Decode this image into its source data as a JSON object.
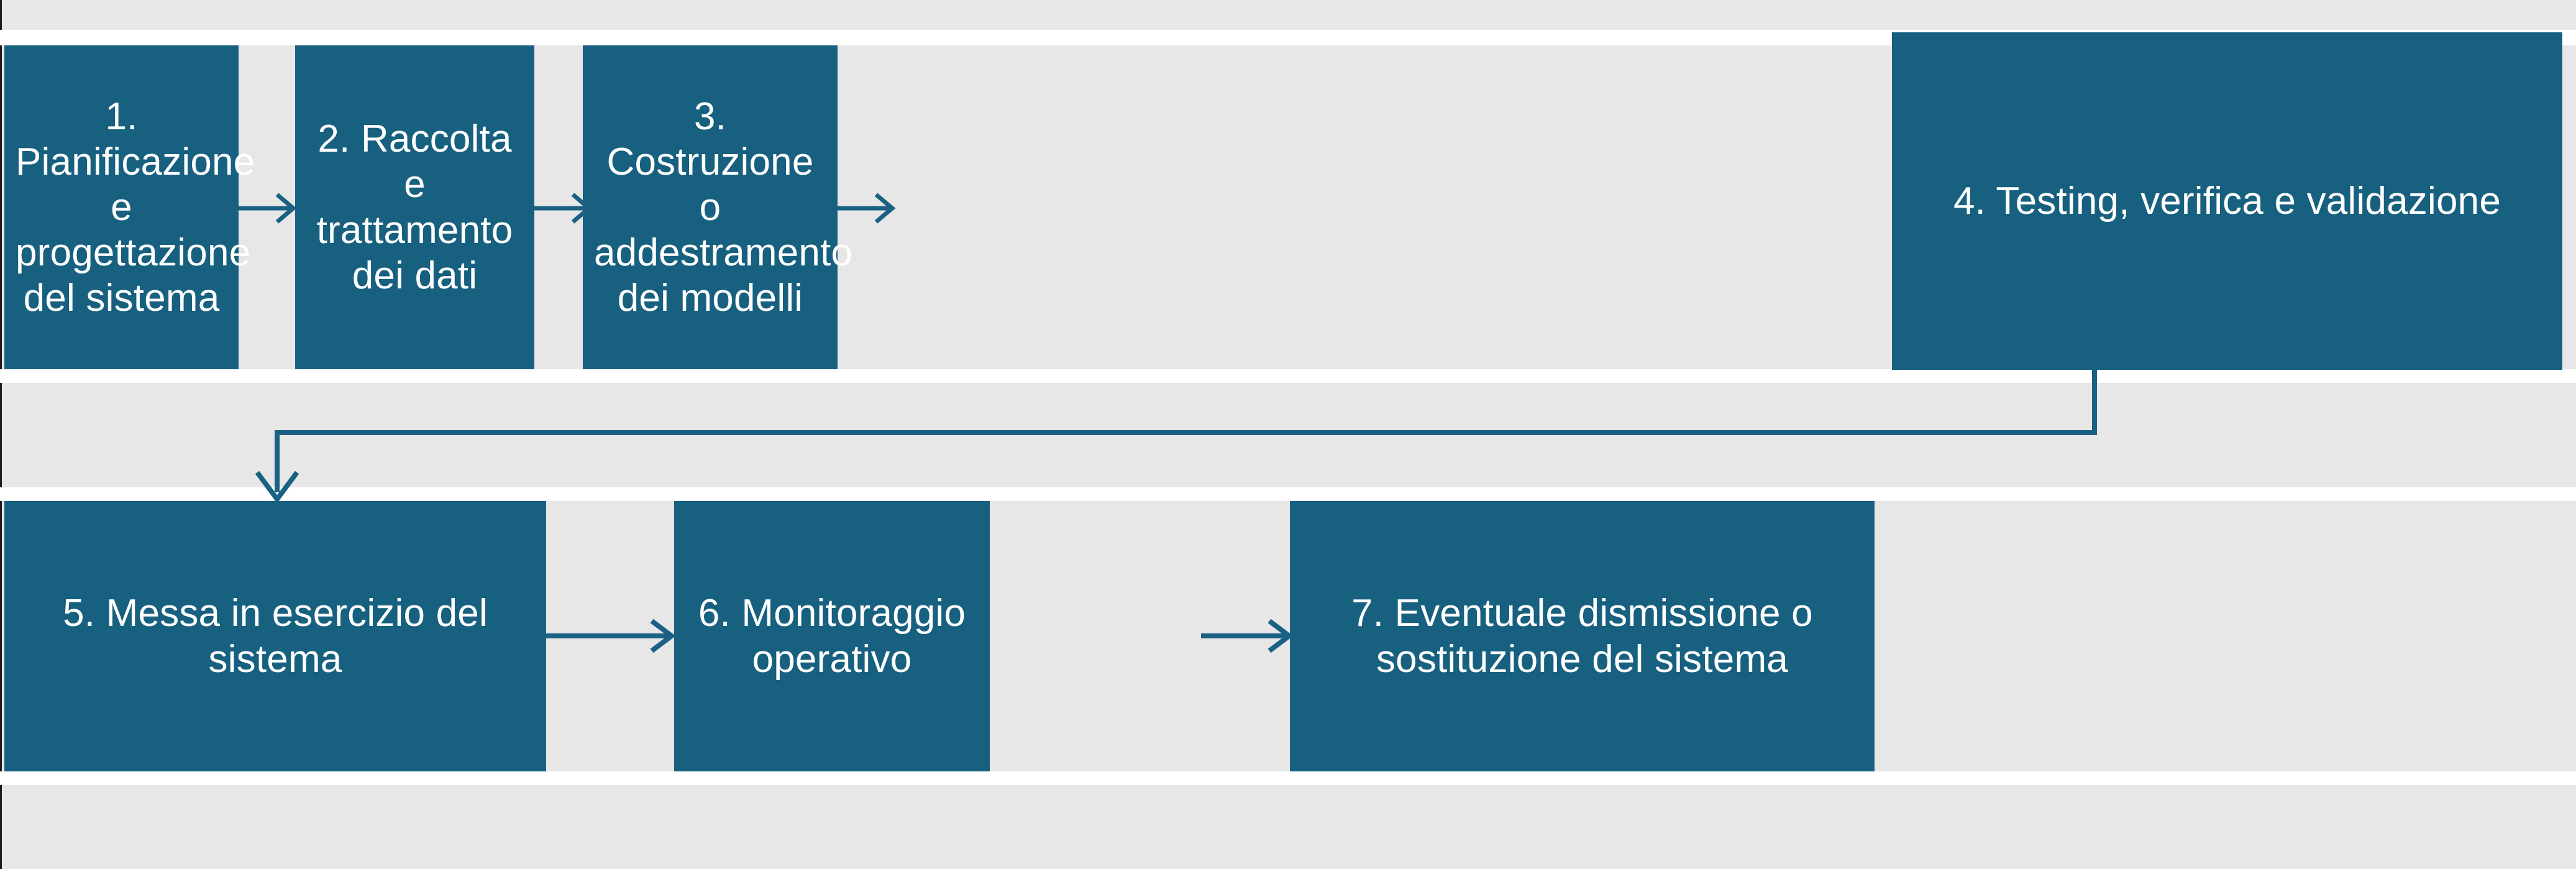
{
  "diagram": {
    "type": "flowchart",
    "orientation": "left-to-right, wrapping to a second row",
    "background_color": "#e7e7e7",
    "node_fill_color": "#17607F",
    "node_text_color": "#ffffff",
    "connector_color": "#1B6183",
    "nodes": [
      {
        "id": "step-1",
        "label": "1. Pianificazione e progettazione del sistema"
      },
      {
        "id": "step-2",
        "label": "2. Raccolta e trattamento dei dati"
      },
      {
        "id": "step-3",
        "label": "3. Costruzione o addestramento dei modelli"
      },
      {
        "id": "step-4",
        "label": "4. Testing, verifica e validazione"
      },
      {
        "id": "step-5",
        "label": "5. Messa in esercizio del sistema"
      },
      {
        "id": "step-6",
        "label": "6. Monitoraggio operativo"
      },
      {
        "id": "step-7",
        "label": "7. Eventuale dismissione o sostituzione del sistema"
      }
    ],
    "connectors": [
      {
        "id": "arrow-1-2",
        "from": "step-1",
        "to": "step-2",
        "shape": "straight-right"
      },
      {
        "id": "arrow-2-3",
        "from": "step-2",
        "to": "step-3",
        "shape": "straight-right"
      },
      {
        "id": "arrow-3-4",
        "from": "step-3",
        "to": "step-4",
        "shape": "straight-right"
      },
      {
        "id": "arrow-4-5",
        "from": "step-4",
        "to": "step-5",
        "shape": "elbow-down-left"
      },
      {
        "id": "arrow-5-6",
        "from": "step-5",
        "to": "step-6",
        "shape": "straight-right"
      },
      {
        "id": "arrow-6-7",
        "from": "step-6",
        "to": "step-7",
        "shape": "straight-right"
      }
    ]
  }
}
